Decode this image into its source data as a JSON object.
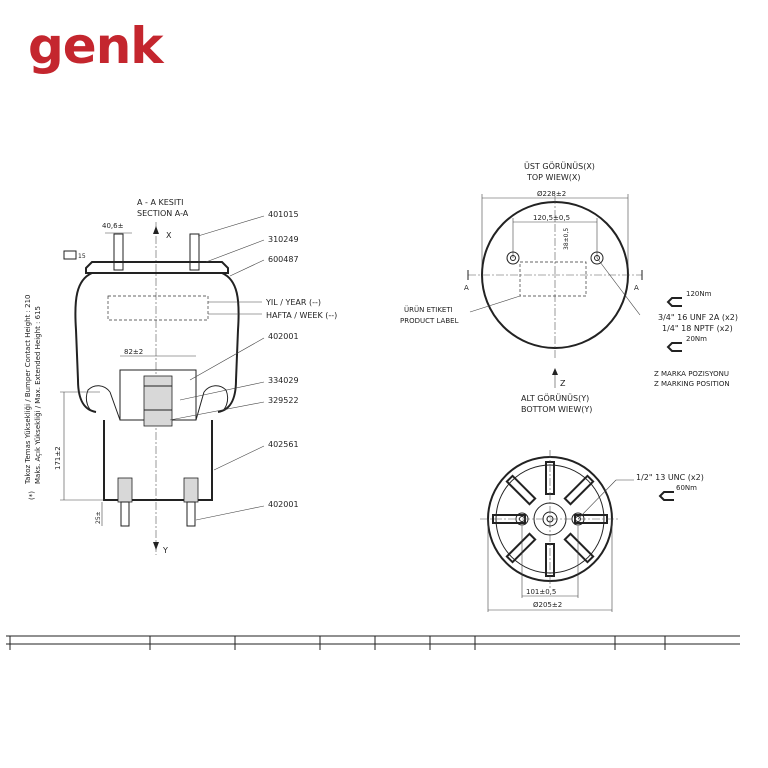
{
  "brand": {
    "logo_text": "genk",
    "logo_color": "#c4262e"
  },
  "section_view": {
    "title_tr": "A - A KESITI",
    "title_en": "SECTION A-A",
    "axis_x": "X",
    "axis_y": "Y",
    "dim_stud": "40,6±",
    "dim_piston": "82±2",
    "dim_height": "171±2",
    "dim_stud_len": "25±",
    "flat_box": "15",
    "side_note_1": "Takoz Temas Yüksekliği / Bumper Contact Height : 210",
    "side_note_2": "Maks. Açık Yüksekliği / Max. Extended Height : 615",
    "side_note_star": "(*)",
    "parts": [
      "401015",
      "310249",
      "600487",
      "402001",
      "334029",
      "329522",
      "402561",
      "402001"
    ],
    "date_label_1": "YIL / YEAR (--)",
    "date_label_2": "HAFTA / WEEK (--)"
  },
  "top_view": {
    "title_tr": "ÜST GÖRÜNÜS(X)",
    "title_en": "TOP WIEW(X)",
    "dim_diameter": "Ø228±2",
    "dim_holes": "120,5±0,5",
    "dim_offset": "38±0,5",
    "section_mark": "A",
    "product_label_tr": "ÜRÜN ETIKETI",
    "product_label_en": "PRODUCT LABEL",
    "torque_1": "120Nm",
    "thread_1": "3/4\" 16 UNF 2A (x2)",
    "thread_2": "1/4\" 18 NPTF (x2)",
    "torque_2": "20Nm",
    "marking_tr": "Z MARKA POZISYONU",
    "marking_en": "Z MARKING POSITION",
    "axis_z": "Z"
  },
  "bottom_view": {
    "title_tr": "ALT GÖRÜNÜS(Y)",
    "title_en": "BOTTOM WIEW(Y)",
    "thread": "1/2\" 13 UNC (x2)",
    "torque": "60Nm",
    "dim_holes": "101±0,5",
    "dim_diameter": "Ø205±2"
  }
}
